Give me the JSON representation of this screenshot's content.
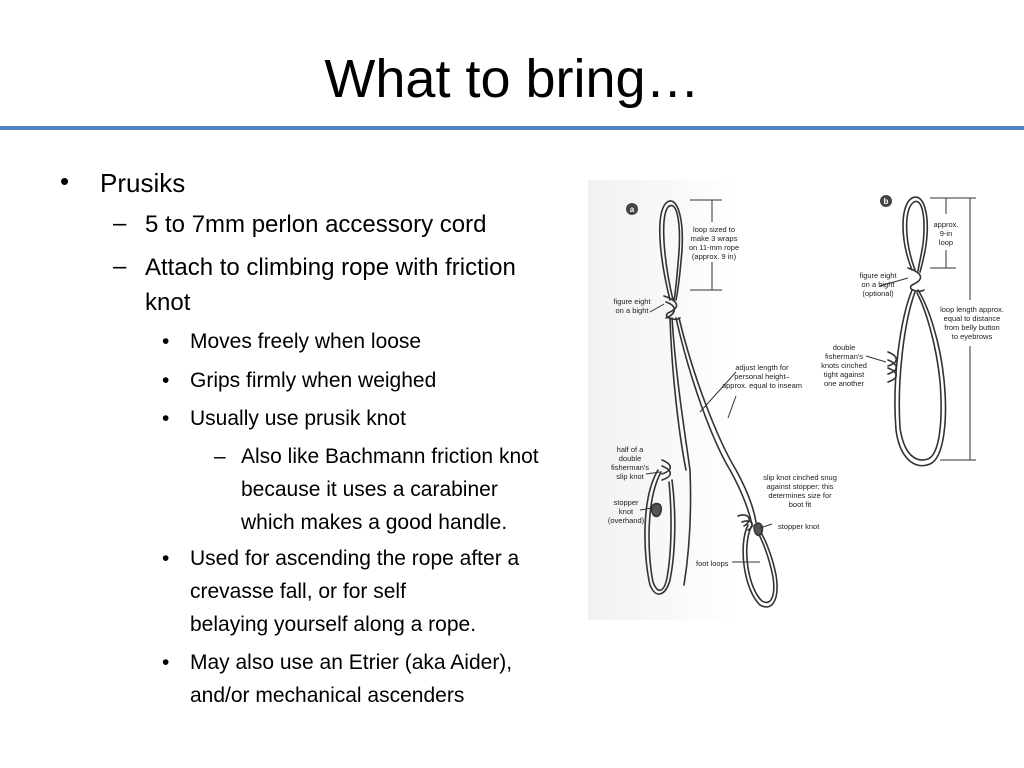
{
  "slide": {
    "title": "What to bring…",
    "bullets": {
      "l1_marker": "•",
      "l2_marker": "–",
      "l3_marker": "•",
      "l4_marker": "–",
      "prusiks": "Prusiks",
      "cord": "5 to 7mm perlon accessory cord",
      "attach_line1": "Attach to climbing rope with friction",
      "attach_line2": "knot",
      "moves": "Moves freely when loose",
      "grips": "Grips firmly when weighed",
      "usually": "Usually use prusik knot",
      "bachmann_line1": "Also like Bachmann friction knot",
      "bachmann_line2": "because it uses a carabiner",
      "bachmann_line3": "which makes a good handle.",
      "ascend_line1": "Used for ascending the rope after a",
      "ascend_line2": "crevasse fall, or for self",
      "ascend_line3": "belaying yourself along a rope.",
      "etrier_line1": "May also use an Etrier (aka Aider),",
      "etrier_line2": "and/or mechanical ascenders"
    }
  },
  "diagram": {
    "panel_a": {
      "marker": "a",
      "loop_sized_1": "loop sized to",
      "loop_sized_2": "make 3 wraps",
      "loop_sized_3": "on 11-mm rope",
      "loop_sized_4": "(approx. 9 in)",
      "fig8_1": "figure eight",
      "fig8_2": "on a bight",
      "adjust_1": "adjust length for",
      "adjust_2": "personal height–",
      "adjust_3": "approx. equal to inseam",
      "half_1": "half of a",
      "half_2": "double",
      "half_3": "fisherman's",
      "half_4": "slip knot",
      "stopper_1": "stopper",
      "stopper_2": "knot",
      "stopper_3": "(overhand)",
      "slip_1": "slip knot cinched snug",
      "slip_2": "against stopper; this",
      "slip_3": "determines size for",
      "slip_4": "boot fit",
      "stopper_knot": "stopper knot",
      "foot_loops": "foot loops"
    },
    "panel_b": {
      "marker": "b",
      "approx_1": "approx.",
      "approx_2": "9-in",
      "approx_3": "loop",
      "fig8_1": "figure eight",
      "fig8_2": "on a bight",
      "fig8_3": "(optional)",
      "length_1": "loop length approx.",
      "length_2": "equal to distance",
      "length_3": "from belly button",
      "length_4": "to eyebrows",
      "double_1": "double",
      "double_2": "fisherman's",
      "double_3": "knots cinched",
      "double_4": "tight against",
      "double_5": "one another"
    }
  }
}
